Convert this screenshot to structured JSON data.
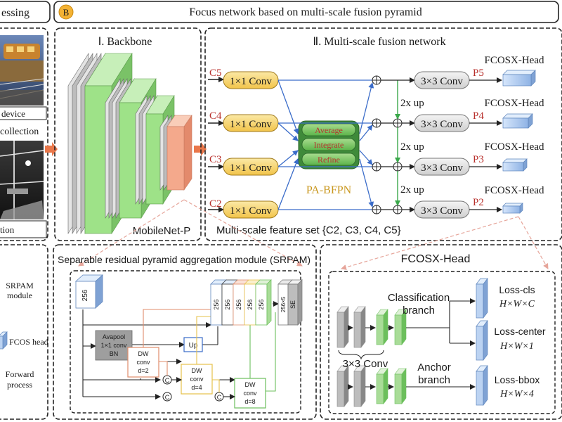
{
  "top_bar": {
    "left_tab": "essing",
    "badge": "B",
    "title": "Focus network based on multi-scale fusion pyramid"
  },
  "left_panel": {
    "device_label": "device",
    "collection_label": "collection",
    "bottom_label": "tion"
  },
  "backbone": {
    "title": "Ⅰ. Backbone",
    "model_name": "MobileNet-P"
  },
  "fusion": {
    "title": "Ⅱ. Multi-scale fusion network",
    "inputs": [
      "C5",
      "C4",
      "C3",
      "C2"
    ],
    "conv1_label": "1×1 Conv",
    "conv3_label": "3×3 Conv",
    "outputs": [
      "P5",
      "P4",
      "P3",
      "P2"
    ],
    "up_label": "2x up",
    "head_label": "FCOSX-Head",
    "pa_ops": [
      "Average",
      "Integrate",
      "Refine"
    ],
    "pa_name": "PA-BFPN",
    "feature_set": "Multi-scale feature set {C2, C3, C4, C5}"
  },
  "legend": {
    "srpam_label_1": "SRPAM",
    "srpam_label_2": "module",
    "fcos_label": "FCOS head",
    "forward_label_1": "Forward",
    "forward_label_2": "process"
  },
  "srpam": {
    "title": "Separable residual pyramid aggregation module (SRPAM)",
    "input_channels": "256",
    "avgpool_1": "Avapool",
    "avgpool_2": "1×1 conv",
    "avgpool_3": "BN",
    "up_label": "Up",
    "dw_label_1": "DW",
    "dw_label_2": "conv",
    "dw_dilations": [
      "d=2",
      "d=4",
      "d=8"
    ],
    "concat_symbol": "C",
    "stack_channels": [
      "256",
      "256",
      "256",
      "256",
      "256"
    ],
    "merged_channels": "256×5",
    "se_label": "SE"
  },
  "fcosx": {
    "title": "FCOSX-Head",
    "cls_branch_1": "Classification",
    "cls_branch_2": "branch",
    "anchor_branch_1": "Anchor",
    "anchor_branch_2": "branch",
    "conv_label": "3×3 Conv",
    "outputs": [
      {
        "name": "Loss-cls",
        "shape": "H×W×C"
      },
      {
        "name": "Loss-center",
        "shape": "H×W×1"
      },
      {
        "name": "Loss-bbox",
        "shape": "H×W×4"
      }
    ]
  }
}
